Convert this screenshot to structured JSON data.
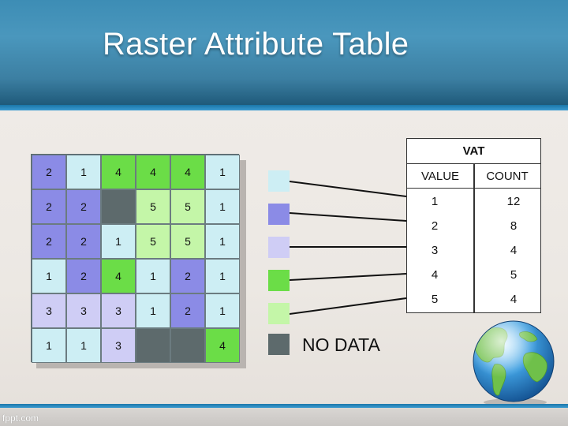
{
  "slide": {
    "title": "Raster Attribute Table",
    "footer_text": "fppt.com"
  },
  "colors": {
    "value_1": "#cdeef4",
    "value_2": "#8b8be6",
    "value_3": "#cfcdf5",
    "value_4": "#6bdd47",
    "value_5": "#c4f6a8",
    "no_data": "#5d6a6c"
  },
  "raster_grid": [
    [
      "2",
      "1",
      "4",
      "4",
      "4",
      "1"
    ],
    [
      "2",
      "2",
      "",
      "5",
      "5",
      "1"
    ],
    [
      "2",
      "2",
      "1",
      "5",
      "5",
      "1"
    ],
    [
      "1",
      "2",
      "4",
      "1",
      "2",
      "1"
    ],
    [
      "3",
      "3",
      "3",
      "1",
      "2",
      "1"
    ],
    [
      "1",
      "1",
      "3",
      "",
      "",
      "4"
    ]
  ],
  "legend": {
    "swatches": [
      "value_1",
      "value_2",
      "value_3",
      "value_4",
      "value_5",
      "no_data"
    ],
    "no_data_label": "NO DATA"
  },
  "vat": {
    "title": "VAT",
    "col_value": "VALUE",
    "col_count": "COUNT",
    "rows": [
      {
        "value": "1",
        "count": "12"
      },
      {
        "value": "2",
        "count": "8"
      },
      {
        "value": "3",
        "count": "4"
      },
      {
        "value": "4",
        "count": "5"
      },
      {
        "value": "5",
        "count": "4"
      }
    ]
  }
}
